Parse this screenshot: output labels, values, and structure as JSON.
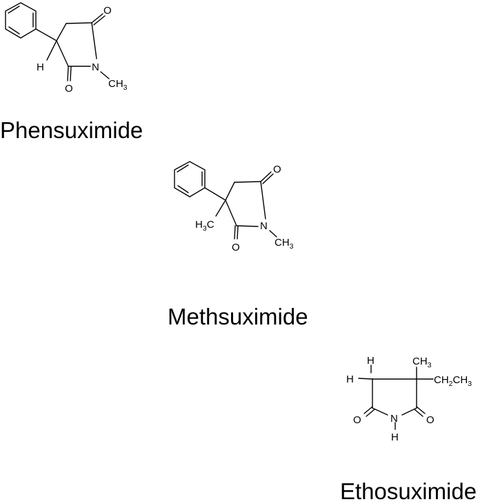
{
  "molecules": [
    {
      "name": "Phensuximide",
      "atoms": {
        "o_top": "O",
        "o_bottom": "O",
        "n": "N",
        "h": "H",
        "ch3_c": "CH",
        "ch3_sub": "3"
      }
    },
    {
      "name": "Methsuximide",
      "atoms": {
        "o_top": "O",
        "o_bottom": "O",
        "n": "N",
        "h3c_h": "H",
        "h3c_sub": "3",
        "h3c_c": "C",
        "ch3_c": "CH",
        "ch3_sub": "3"
      }
    },
    {
      "name": "Ethosuximide",
      "atoms": {
        "h_top": "H",
        "h_left": "H",
        "ch3_c": "CH",
        "ch3_sub": "3",
        "ethyl_ch": "CH",
        "ethyl_sub1": "2",
        "ethyl_ch3": "CH",
        "ethyl_sub2": "3",
        "o_left": "O",
        "o_right": "O",
        "n": "N",
        "nh": "H"
      }
    }
  ]
}
